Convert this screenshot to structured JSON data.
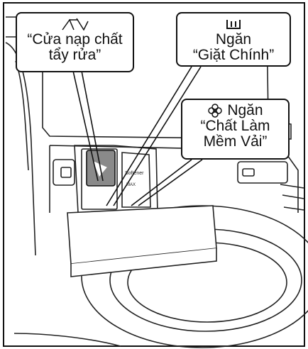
{
  "callouts": {
    "detergent": {
      "icon": "detergent-cover-icon",
      "line1": "“Cửa nạp chất",
      "line2": "tẩy rửa”"
    },
    "main_wash": {
      "icon": "main-wash-icon",
      "line1": "Ngăn",
      "line2": "“Giặt Chính”"
    },
    "softener": {
      "icon": "flower-icon",
      "line1": "Ngăn",
      "line2": "“Chất Làm",
      "line3": "Mềm Vải”"
    }
  },
  "drawer_labels": {
    "softener_text": "Softener",
    "max_text": "MAX"
  },
  "colors": {
    "line": "#111111",
    "background": "#ffffff",
    "compartment_shade": "#8a8a8a"
  }
}
